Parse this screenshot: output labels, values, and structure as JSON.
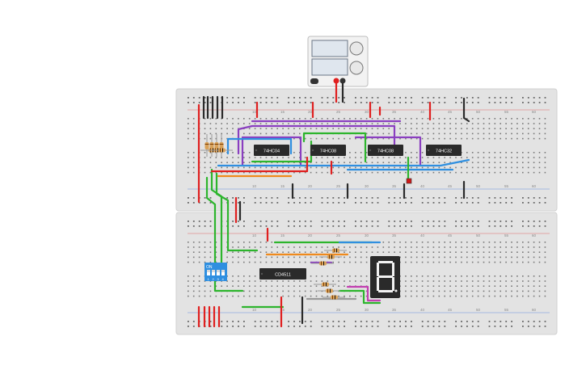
{
  "canvas": {
    "background": "#ffffff"
  },
  "power_supply": {
    "icon": "power-supply-icon",
    "display_color": "#dfe6ee",
    "case_color": "#f2f2f2"
  },
  "breadboards": [
    {
      "name": "top",
      "color": "#e3e3e3",
      "row_letters_left": [
        "j",
        "i",
        "h",
        "g",
        "f",
        "e",
        "d",
        "c",
        "b",
        "a"
      ]
    },
    {
      "name": "bottom",
      "color": "#e3e3e3",
      "row_letters_left": [
        "j",
        "i",
        "h",
        "g",
        "f",
        "e",
        "d",
        "c",
        "b",
        "a"
      ]
    }
  ],
  "column_labels": [
    "10",
    "15",
    "20",
    "25",
    "30",
    "35",
    "40",
    "45",
    "50",
    "55",
    "60"
  ],
  "chips": [
    {
      "id": "chip-1",
      "label": "74HC04"
    },
    {
      "id": "chip-2",
      "label": "74HC08"
    },
    {
      "id": "chip-3",
      "label": "74HC08"
    },
    {
      "id": "chip-4",
      "label": "74HC32"
    },
    {
      "id": "chip-5",
      "label": "CD4511"
    }
  ],
  "dip_switch": {
    "label": "ON",
    "positions": [
      "1",
      "2",
      "3",
      "4"
    ],
    "color": "#2f8fe0"
  },
  "seven_segment": {
    "icon": "seven-segment-display-icon",
    "digit_shown": "8"
  },
  "colors": {
    "wire_red": "#e02020",
    "wire_black": "#2b2b2b",
    "wire_green": "#2db52d",
    "wire_purple": "#8a3fc0",
    "wire_blue": "#2f8fe0",
    "wire_orange": "#f08a1c",
    "wire_gray": "#9a9a9a",
    "wire_magenta": "#c23fb0",
    "resistor": "#d9a25a",
    "chip_body": "#2a2a2a"
  }
}
